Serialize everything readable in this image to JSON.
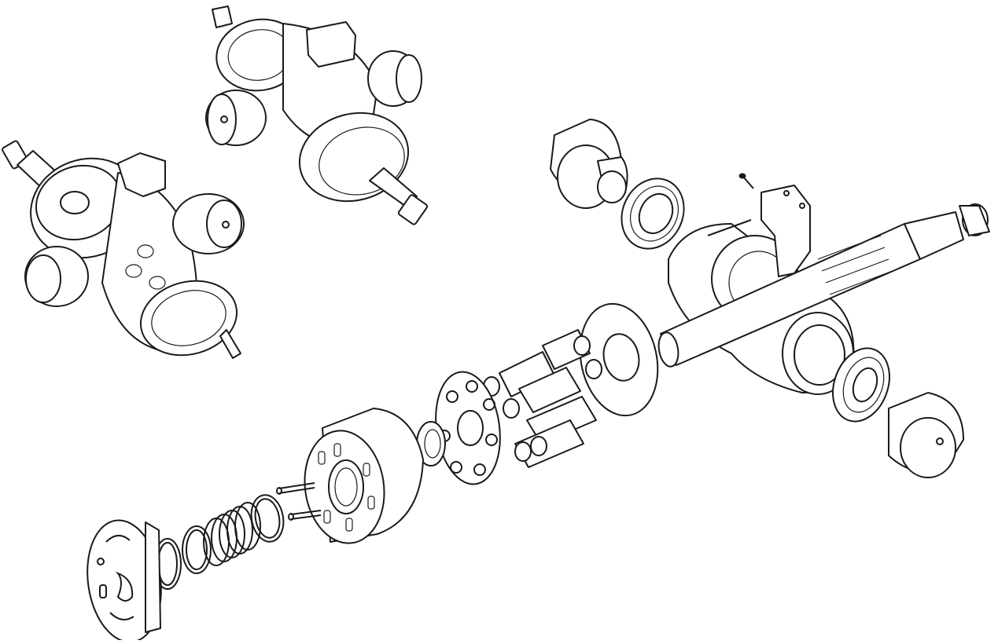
{
  "figure": {
    "kind": "exploded-view line drawing",
    "line_color": "#1a1a1a",
    "background": "#ffffff",
    "parts": [
      "assembled-unit-left",
      "assembled-unit-top",
      "end-cap-upper",
      "ball-bearing-upper",
      "swashplate-housing",
      "control-lever",
      "set-screw",
      "drive-shaft",
      "thrust-washer",
      "roller-bearing-small",
      "piston-shoes",
      "retainer-plate",
      "cylinder-block",
      "spring-pins",
      "snap-ring",
      "cylinder-spring",
      "retaining-ring",
      "valve-plate",
      "tapered-roller-bearing",
      "end-cap-lower"
    ]
  }
}
